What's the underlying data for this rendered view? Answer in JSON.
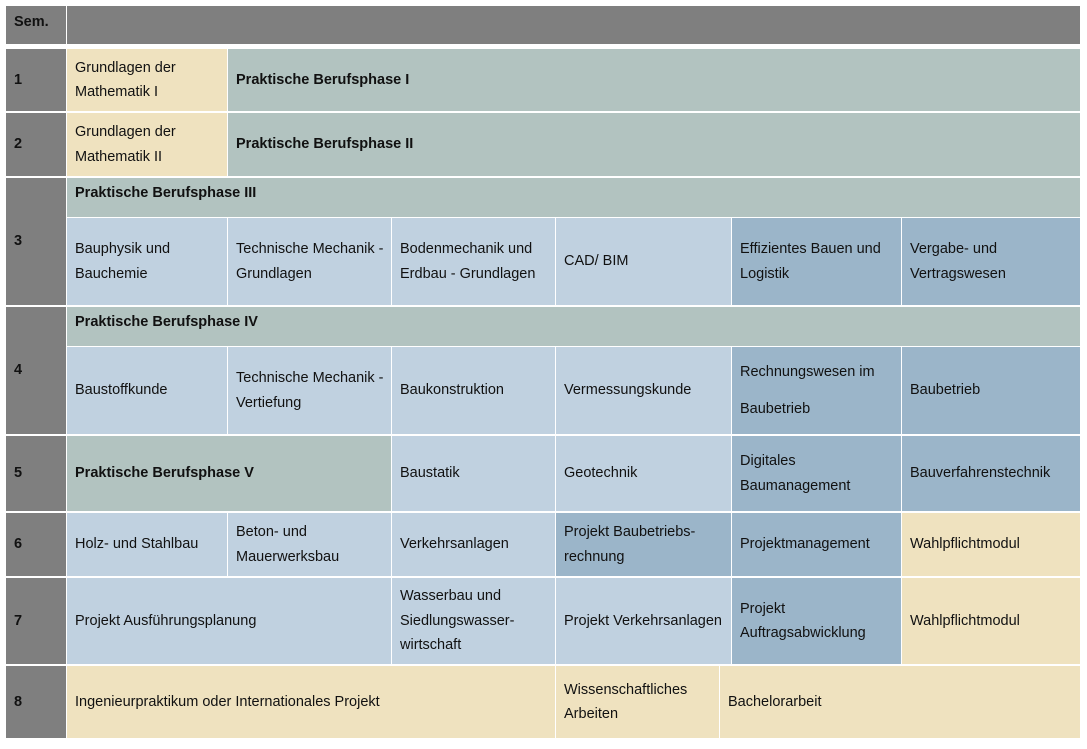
{
  "header": {
    "sem_label": "Sem."
  },
  "semesters": [
    "1",
    "2",
    "3",
    "4",
    "5",
    "6",
    "7",
    "8"
  ],
  "rows": {
    "s1": {
      "math": "Grundlagen der Mathematik I",
      "practice": "Praktische Berufsphase I"
    },
    "s2": {
      "math": "Grundlagen der Mathematik II",
      "practice": "Praktische Berufsphase II"
    },
    "s3": {
      "practice": "Praktische Berufsphase III",
      "modules": [
        "Bauphysik und Bauchemie",
        "Technische Mechanik - Grundlagen",
        "Bodenmechanik und Erdbau - Grundlagen",
        "CAD/ BIM",
        "Effizientes Bauen und Logistik",
        "Vergabe- und Vertragswesen"
      ]
    },
    "s4": {
      "practice": "Praktische Berufsphase IV",
      "modules": [
        "Baustoffkunde",
        "Technische Mechanik - Vertiefung",
        "Baukonstruktion",
        "Vermessungskunde",
        "Rechnungswesen im Baubetrieb",
        "Baubetrieb"
      ]
    },
    "s5": {
      "practice": "Praktische Berufsphase V",
      "modules": [
        "Baustatik",
        "Geotechnik",
        "Digitales Baumanagement",
        "Bauverfahrenstechnik"
      ]
    },
    "s6": {
      "modules": [
        "Holz- und Stahlbau",
        "Beton- und Mauerwerksbau",
        "Verkehrsanlagen",
        "Projekt Baubetriebs-rechnung",
        "Projektmanagement",
        "Wahlpflichtmodul"
      ]
    },
    "s7": {
      "modules": [
        "Projekt Ausführungsplanung",
        "Wasserbau und Siedlungswasser-wirtschaft",
        "Projekt Verkehrsanlagen",
        "Projekt Auftragsabwicklung",
        "Wahlpflichtmodul"
      ]
    },
    "s8": {
      "modules": [
        "Ingenieurpraktikum oder Internationales Projekt",
        "Wissenschaftliches Arbeiten",
        "Bachelorarbeit"
      ]
    }
  },
  "colors": {
    "header": "#7f7f7f",
    "beige": "#efe2bf",
    "grey_green": "#b2c3c0",
    "light_blue": "#c0d1e0",
    "mid_blue": "#9bb5c9"
  }
}
